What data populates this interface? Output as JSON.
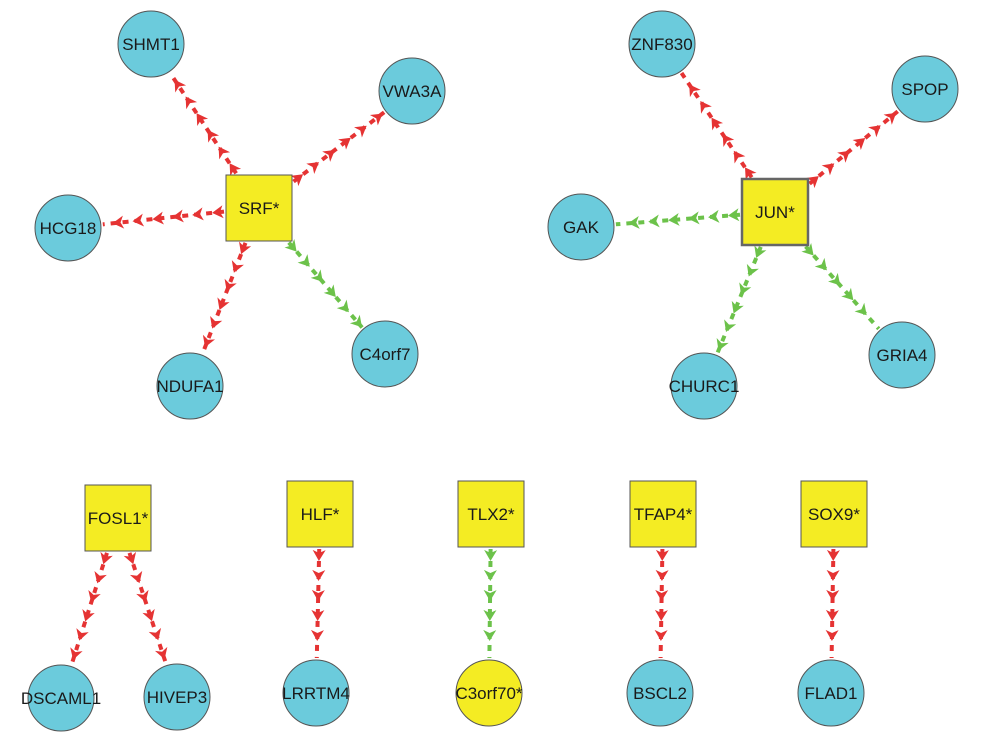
{
  "colors": {
    "tf_fill": "#f4ec23",
    "gene_fill": "#6bcbdc",
    "up_edge": "#e53333",
    "down_edge": "#6cc24a",
    "node_stroke": "#555555"
  },
  "nodes": [
    {
      "id": "srf",
      "label": "SRF*",
      "shape": "square"
    },
    {
      "id": "shmt1",
      "label": "SHMT1",
      "shape": "circle"
    },
    {
      "id": "vwa3a",
      "label": "VWA3A",
      "shape": "circle"
    },
    {
      "id": "hcg18",
      "label": "HCG18",
      "shape": "circle"
    },
    {
      "id": "ndufa1",
      "label": "NDUFA1",
      "shape": "circle"
    },
    {
      "id": "c4orf7",
      "label": "C4orf7",
      "shape": "circle"
    },
    {
      "id": "jun",
      "label": "JUN*",
      "shape": "square"
    },
    {
      "id": "znf830",
      "label": "ZNF830",
      "shape": "circle"
    },
    {
      "id": "spop",
      "label": "SPOP",
      "shape": "circle"
    },
    {
      "id": "gak",
      "label": "GAK",
      "shape": "circle"
    },
    {
      "id": "churc1",
      "label": "CHURC1",
      "shape": "circle"
    },
    {
      "id": "gria4",
      "label": "GRIA4",
      "shape": "circle"
    },
    {
      "id": "fosl1",
      "label": "FOSL1*",
      "shape": "square"
    },
    {
      "id": "dscaml1",
      "label": "DSCAML1",
      "shape": "circle"
    },
    {
      "id": "hivep3",
      "label": "HIVEP3",
      "shape": "circle"
    },
    {
      "id": "hlf",
      "label": "HLF*",
      "shape": "square"
    },
    {
      "id": "lrrtm4",
      "label": "LRRTM4",
      "shape": "circle"
    },
    {
      "id": "tlx2",
      "label": "TLX2*",
      "shape": "square"
    },
    {
      "id": "c3orf70",
      "label": "C3orf70*",
      "shape": "circle-tf"
    },
    {
      "id": "tfap4",
      "label": "TFAP4*",
      "shape": "square"
    },
    {
      "id": "bscl2",
      "label": "BSCL2",
      "shape": "circle"
    },
    {
      "id": "sox9",
      "label": "SOX9*",
      "shape": "square"
    },
    {
      "id": "flad1",
      "label": "FLAD1",
      "shape": "circle"
    }
  ],
  "edges": [
    {
      "from": "srf",
      "to": "shmt1",
      "color": "up"
    },
    {
      "from": "srf",
      "to": "vwa3a",
      "color": "up"
    },
    {
      "from": "srf",
      "to": "hcg18",
      "color": "up"
    },
    {
      "from": "srf",
      "to": "ndufa1",
      "color": "up"
    },
    {
      "from": "srf",
      "to": "c4orf7",
      "color": "down"
    },
    {
      "from": "jun",
      "to": "znf830",
      "color": "up"
    },
    {
      "from": "jun",
      "to": "spop",
      "color": "up"
    },
    {
      "from": "jun",
      "to": "gak",
      "color": "down"
    },
    {
      "from": "jun",
      "to": "churc1",
      "color": "down"
    },
    {
      "from": "jun",
      "to": "gria4",
      "color": "down"
    },
    {
      "from": "fosl1",
      "to": "dscaml1",
      "color": "up"
    },
    {
      "from": "fosl1",
      "to": "hivep3",
      "color": "up"
    },
    {
      "from": "hlf",
      "to": "lrrtm4",
      "color": "up"
    },
    {
      "from": "tlx2",
      "to": "c3orf70",
      "color": "down"
    },
    {
      "from": "tfap4",
      "to": "bscl2",
      "color": "up"
    },
    {
      "from": "sox9",
      "to": "flad1",
      "color": "up"
    }
  ]
}
